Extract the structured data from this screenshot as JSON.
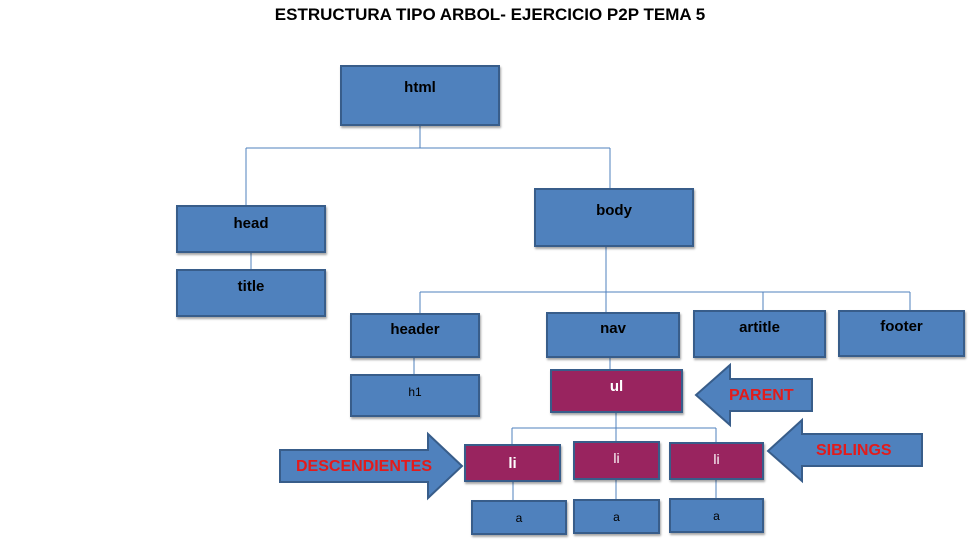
{
  "title": "ESTRUCTURA TIPO ARBOL- EJERCICIO P2P TEMA 5",
  "nodes": {
    "html": "html",
    "head": "head",
    "title": "title",
    "body": "body",
    "header": "header",
    "h1": "h1",
    "nav": "nav",
    "ul": "ul",
    "artitle": "artitle",
    "footer": "footer",
    "li1": "li",
    "li2": "li",
    "li3": "li",
    "a1": "a",
    "a2": "a",
    "a3": "a"
  },
  "labels": {
    "parent": "PARENT",
    "siblings": "SIBLINGS",
    "descendientes": "DESCENDIENTES"
  },
  "colors": {
    "node_fill": "#4f81bd",
    "node_border": "#385d8a",
    "highlight_fill": "#99245f",
    "label_red": "#e31b1b",
    "connector": "#4f81bd"
  }
}
